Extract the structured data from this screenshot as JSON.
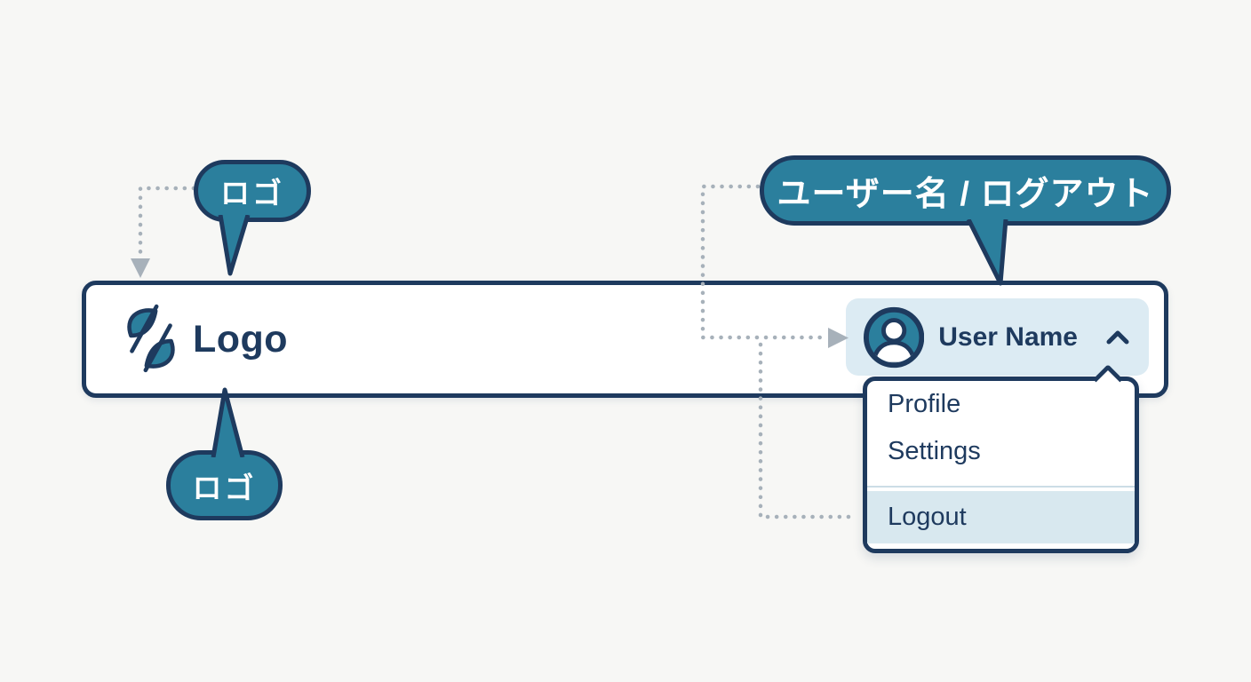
{
  "callouts": {
    "logo_top": {
      "label": "ロゴ"
    },
    "logo_bottom": {
      "label": "ロゴ"
    },
    "user_menu": {
      "label": "ユーザー名 / ログアウト"
    }
  },
  "header": {
    "logo": {
      "text": "Logo",
      "icon": "leaf-logo-icon"
    },
    "user_menu": {
      "name": "User Name",
      "avatar_icon": "user-avatar-icon",
      "chevron_icon": "chevron-up-icon",
      "dropdown": {
        "items": [
          {
            "label": "Profile",
            "highlighted": false
          },
          {
            "label": "Settings",
            "highlighted": false
          },
          {
            "label": "Logout",
            "highlighted": true
          }
        ]
      }
    }
  },
  "colors": {
    "navy": "#1e3a5e",
    "teal": "#2b7f9d",
    "chip_background": "#dcebf3",
    "logout_highlight": "#d8e8ef",
    "menu_divider": "#ccdde6",
    "connector_grey": "#a7b1ba",
    "page_background": "#f7f7f5"
  }
}
